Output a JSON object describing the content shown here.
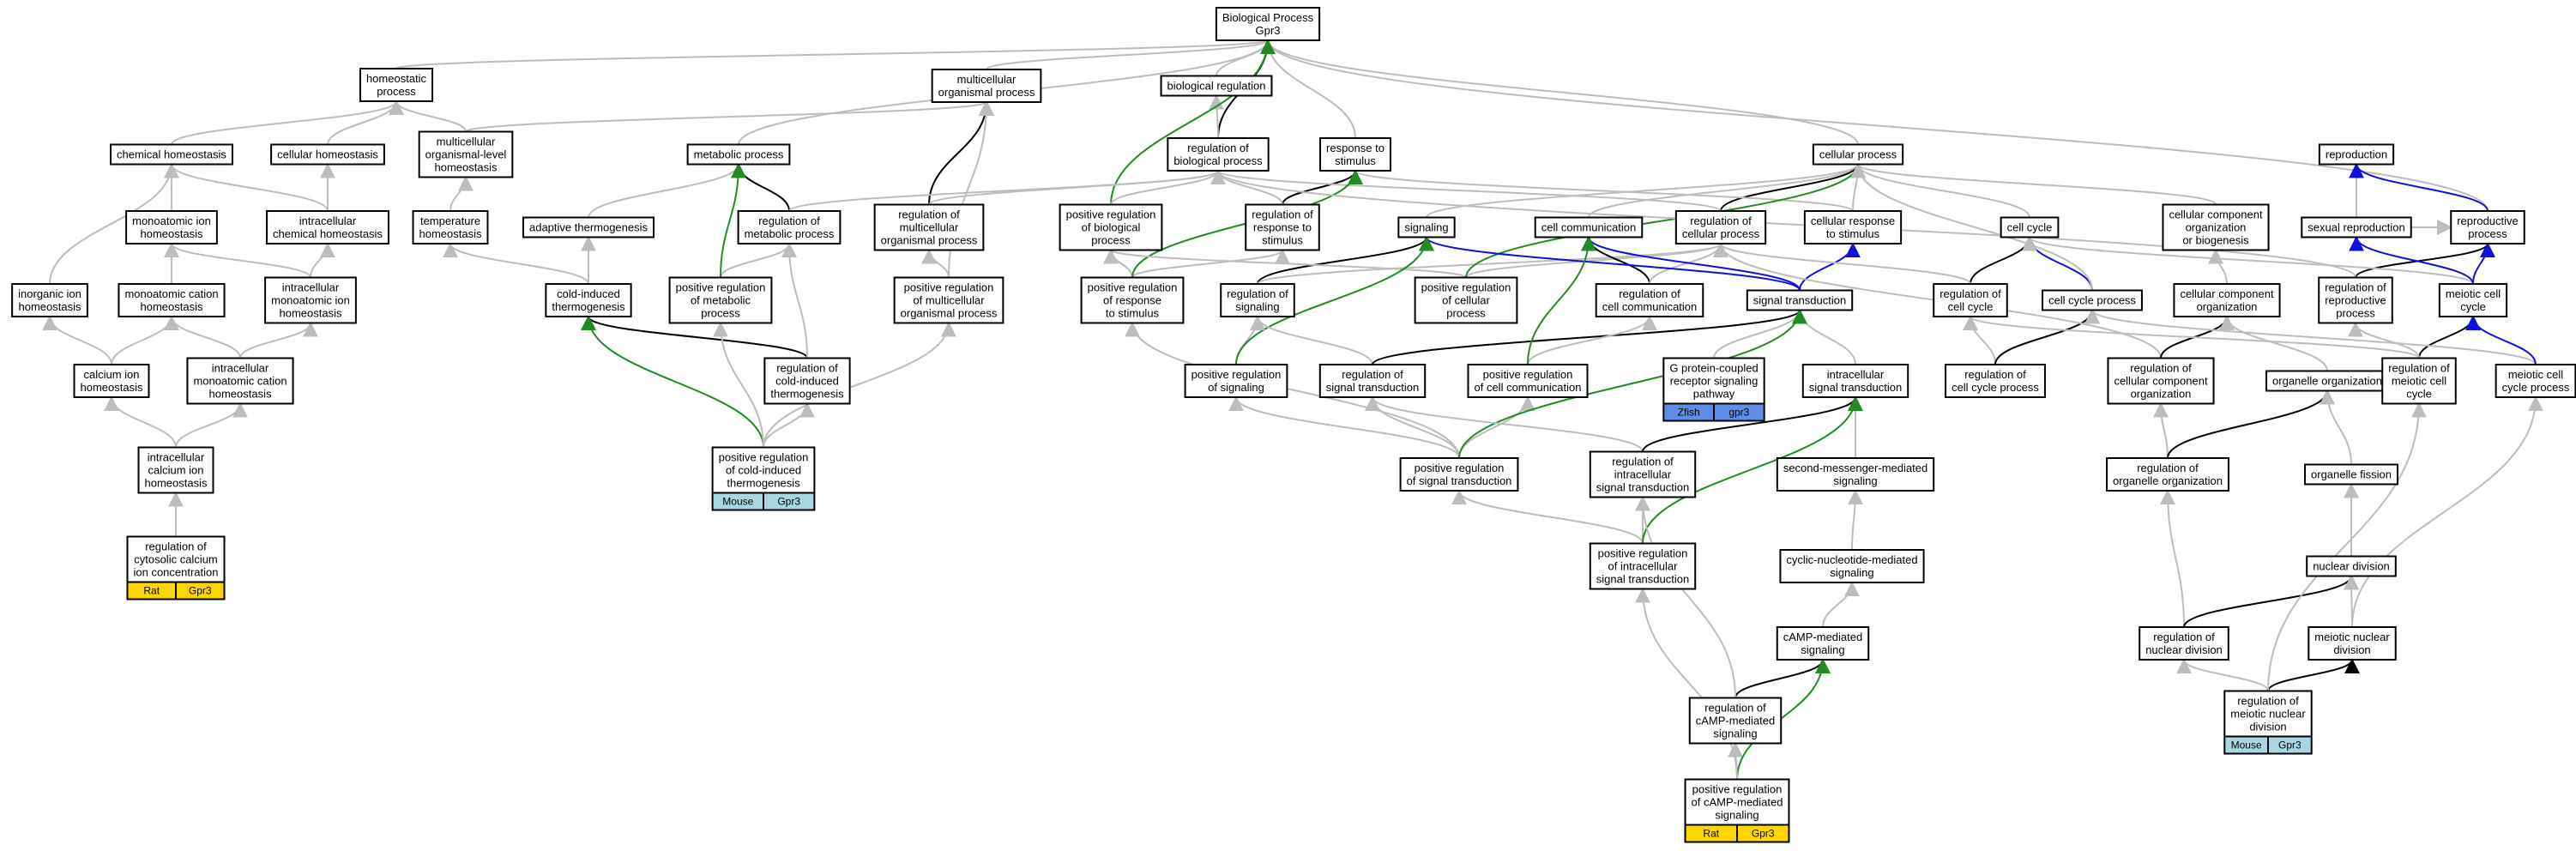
{
  "colors": {
    "grey": "#bdbdbd",
    "black": "#000000",
    "green": "#238b23",
    "blue": "#1010dd",
    "badge_mouse": "#a8d7e3",
    "badge_rat": "#ffd700",
    "badge_zfish": "#5e8ee8"
  },
  "nodes": [
    {
      "id": "bp",
      "lines": [
        "Biological Process",
        "Gpr3"
      ]
    },
    {
      "id": "homeo",
      "lines": [
        "homeostatic",
        "process"
      ]
    },
    {
      "id": "multi",
      "lines": [
        "multicellular",
        "organismal process"
      ]
    },
    {
      "id": "bioreg",
      "lines": [
        "biological regulation"
      ]
    },
    {
      "id": "chemhomeo",
      "lines": [
        "chemical homeostasis"
      ]
    },
    {
      "id": "cellhomeo",
      "lines": [
        "cellular homeostasis"
      ]
    },
    {
      "id": "mlhomeo",
      "lines": [
        "multicellular",
        "organismal-level",
        "homeostasis"
      ]
    },
    {
      "id": "metab",
      "lines": [
        "metabolic process"
      ]
    },
    {
      "id": "regbp",
      "lines": [
        "regulation of",
        "biological process"
      ]
    },
    {
      "id": "resp",
      "lines": [
        "response to",
        "stimulus"
      ]
    },
    {
      "id": "cellproc",
      "lines": [
        "cellular process"
      ]
    },
    {
      "id": "repro",
      "lines": [
        "reproduction"
      ]
    },
    {
      "id": "monohomeo",
      "lines": [
        "monoatomic ion",
        "homeostasis"
      ]
    },
    {
      "id": "icchem",
      "lines": [
        "intracellular",
        "chemical homeostasis"
      ]
    },
    {
      "id": "temphomeo",
      "lines": [
        "temperature",
        "homeostasis"
      ]
    },
    {
      "id": "adapt",
      "lines": [
        "adaptive thermogenesis"
      ]
    },
    {
      "id": "regmetab",
      "lines": [
        "regulation of",
        "metabolic process"
      ]
    },
    {
      "id": "regmulti",
      "lines": [
        "regulation of",
        "multicellular",
        "organismal process"
      ]
    },
    {
      "id": "posregbp",
      "lines": [
        "positive regulation",
        "of biological",
        "process"
      ]
    },
    {
      "id": "regresp",
      "lines": [
        "regulation of",
        "response to",
        "stimulus"
      ]
    },
    {
      "id": "signaling",
      "lines": [
        "signaling"
      ]
    },
    {
      "id": "cellcomm",
      "lines": [
        "cell communication"
      ]
    },
    {
      "id": "regcell",
      "lines": [
        "regulation of",
        "cellular process"
      ]
    },
    {
      "id": "cellresp",
      "lines": [
        "cellular response",
        "to stimulus"
      ]
    },
    {
      "id": "cellcycle",
      "lines": [
        "cell cycle"
      ]
    },
    {
      "id": "ccorg",
      "lines": [
        "cellular component",
        "organization",
        "or biogenesis"
      ]
    },
    {
      "id": "sexrepro",
      "lines": [
        "sexual reproduction"
      ]
    },
    {
      "id": "reproproc",
      "lines": [
        "reproductive",
        "process"
      ]
    },
    {
      "id": "inorg",
      "lines": [
        "inorganic ion",
        "homeostasis"
      ]
    },
    {
      "id": "monocat",
      "lines": [
        "monoatomic cation",
        "homeostasis"
      ]
    },
    {
      "id": "icmono",
      "lines": [
        "intracellular",
        "monoatomic ion",
        "homeostasis"
      ]
    },
    {
      "id": "coldtherm",
      "lines": [
        "cold-induced",
        "thermogenesis"
      ]
    },
    {
      "id": "posregmetab",
      "lines": [
        "positive regulation",
        "of metabolic",
        "process"
      ]
    },
    {
      "id": "posregmulti",
      "lines": [
        "positive regulation",
        "of multicellular",
        "organismal process"
      ]
    },
    {
      "id": "posregresp",
      "lines": [
        "positive regulation",
        "of response",
        "to stimulus"
      ]
    },
    {
      "id": "regsig",
      "lines": [
        "regulation of",
        "signaling"
      ]
    },
    {
      "id": "posregcell",
      "lines": [
        "positive regulation",
        "of cellular",
        "process"
      ]
    },
    {
      "id": "regcellcomm",
      "lines": [
        "regulation of",
        "cell communication"
      ]
    },
    {
      "id": "sigtrans",
      "lines": [
        "signal transduction"
      ]
    },
    {
      "id": "regcc",
      "lines": [
        "regulation of",
        "cell cycle"
      ]
    },
    {
      "id": "ccproc",
      "lines": [
        "cell cycle process"
      ]
    },
    {
      "id": "cco",
      "lines": [
        "cellular component",
        "organization"
      ]
    },
    {
      "id": "regrepro",
      "lines": [
        "regulation of",
        "reproductive",
        "process"
      ]
    },
    {
      "id": "meioticcc",
      "lines": [
        "meiotic cell",
        "cycle"
      ]
    },
    {
      "id": "cahomeo",
      "lines": [
        "calcium ion",
        "homeostasis"
      ]
    },
    {
      "id": "icmonocat",
      "lines": [
        "intracellular",
        "monoatomic cation",
        "homeostasis"
      ]
    },
    {
      "id": "regcold",
      "lines": [
        "regulation of",
        "cold-induced",
        "thermogenesis"
      ]
    },
    {
      "id": "posregsig",
      "lines": [
        "positive regulation",
        "of signaling"
      ]
    },
    {
      "id": "regst",
      "lines": [
        "regulation of",
        "signal transduction"
      ]
    },
    {
      "id": "posregcellcomm",
      "lines": [
        "positive regulation",
        "of cell communication"
      ]
    },
    {
      "id": "gpcr",
      "lines": [
        "G protein-coupled",
        "receptor signaling",
        "pathway"
      ],
      "badge": {
        "left": "Zfish",
        "right": "gpr3",
        "color": "#5e8ee8"
      }
    },
    {
      "id": "icst",
      "lines": [
        "intracellular",
        "signal transduction"
      ]
    },
    {
      "id": "regccproc",
      "lines": [
        "regulation of",
        "cell cycle process"
      ]
    },
    {
      "id": "regcco",
      "lines": [
        "regulation of",
        "cellular component",
        "organization"
      ]
    },
    {
      "id": "orgorg",
      "lines": [
        "organelle organization"
      ]
    },
    {
      "id": "regmcc",
      "lines": [
        "regulation of",
        "meiotic cell",
        "cycle"
      ]
    },
    {
      "id": "mccproc",
      "lines": [
        "meiotic cell",
        "cycle process"
      ]
    },
    {
      "id": "iccahomeo",
      "lines": [
        "intracellular",
        "calcium ion",
        "homeostasis"
      ]
    },
    {
      "id": "posregcold",
      "lines": [
        "positive regulation",
        "of cold-induced",
        "thermogenesis"
      ],
      "badge": {
        "left": "Mouse",
        "right": "Gpr3",
        "color": "#a8d7e3"
      }
    },
    {
      "id": "posregst",
      "lines": [
        "positive regulation",
        "of signal transduction"
      ]
    },
    {
      "id": "regicst",
      "lines": [
        "regulation of",
        "intracellular",
        "signal transduction"
      ]
    },
    {
      "id": "secmsg",
      "lines": [
        "second-messenger-mediated",
        "signaling"
      ]
    },
    {
      "id": "regorgorg",
      "lines": [
        "regulation of",
        "organelle organization"
      ]
    },
    {
      "id": "orgfiss",
      "lines": [
        "organelle fission"
      ]
    },
    {
      "id": "regcytoca",
      "lines": [
        "regulation of",
        "cytosolic calcium",
        "ion concentration"
      ],
      "badge": {
        "left": "Rat",
        "right": "Gpr3",
        "color": "#ffd700"
      }
    },
    {
      "id": "posregicst",
      "lines": [
        "positive regulation",
        "of intracellular",
        "signal transduction"
      ]
    },
    {
      "id": "cnuc",
      "lines": [
        "cyclic-nucleotide-mediated",
        "signaling"
      ]
    },
    {
      "id": "nucdiv",
      "lines": [
        "nuclear division"
      ]
    },
    {
      "id": "camp",
      "lines": [
        "cAMP-mediated",
        "signaling"
      ]
    },
    {
      "id": "regnucdiv",
      "lines": [
        "regulation of",
        "nuclear division"
      ]
    },
    {
      "id": "meionuc",
      "lines": [
        "meiotic nuclear",
        "division"
      ]
    },
    {
      "id": "regcamp",
      "lines": [
        "regulation of",
        "cAMP-mediated",
        "signaling"
      ]
    },
    {
      "id": "regmeionuc",
      "lines": [
        "regulation of",
        "meiotic nuclear",
        "division"
      ],
      "badge": {
        "left": "Mouse",
        "right": "Gpr3",
        "color": "#a8d7e3"
      }
    },
    {
      "id": "posregcamp",
      "lines": [
        "positive regulation",
        "of cAMP-mediated",
        "signaling"
      ],
      "badge": {
        "left": "Rat",
        "right": "Gpr3",
        "color": "#ffd700"
      }
    }
  ],
  "edges": [
    [
      "homeo",
      "bp",
      "g"
    ],
    [
      "multi",
      "bp",
      "g"
    ],
    [
      "bioreg",
      "bp",
      "g"
    ],
    [
      "regbp",
      "bp",
      "k"
    ],
    [
      "resp",
      "bp",
      "g"
    ],
    [
      "cellproc",
      "bp",
      "g"
    ],
    [
      "reproproc",
      "bp",
      "g"
    ],
    [
      "metab",
      "bp",
      "g"
    ],
    [
      "chemhomeo",
      "homeo",
      "g"
    ],
    [
      "cellhomeo",
      "homeo",
      "g"
    ],
    [
      "mlhomeo",
      "homeo",
      "g"
    ],
    [
      "mlhomeo",
      "multi",
      "g"
    ],
    [
      "regbp",
      "bioreg",
      "g"
    ],
    [
      "regmulti",
      "multi",
      "k"
    ],
    [
      "posregmulti",
      "multi",
      "g"
    ],
    [
      "posregbp",
      "bp",
      "gr"
    ],
    [
      "monohomeo",
      "chemhomeo",
      "g"
    ],
    [
      "icchem",
      "chemhomeo",
      "g"
    ],
    [
      "icchem",
      "cellhomeo",
      "g"
    ],
    [
      "temphomeo",
      "mlhomeo",
      "g"
    ],
    [
      "adapt",
      "metab",
      "g"
    ],
    [
      "regmetab",
      "metab",
      "k"
    ],
    [
      "regmetab",
      "regbp",
      "g"
    ],
    [
      "regmulti",
      "regbp",
      "g"
    ],
    [
      "posregbp",
      "regbp",
      "g"
    ],
    [
      "regresp",
      "resp",
      "k"
    ],
    [
      "regresp",
      "regbp",
      "g"
    ],
    [
      "signaling",
      "cellproc",
      "g"
    ],
    [
      "cellcomm",
      "cellproc",
      "g"
    ],
    [
      "regcell",
      "cellproc",
      "k"
    ],
    [
      "regcell",
      "regbp",
      "g"
    ],
    [
      "cellresp",
      "cellproc",
      "g"
    ],
    [
      "cellresp",
      "resp",
      "g"
    ],
    [
      "cellcycle",
      "cellproc",
      "g"
    ],
    [
      "ccorg",
      "cellproc",
      "g"
    ],
    [
      "sexrepro",
      "repro",
      "g"
    ],
    [
      "reproproc",
      "repro",
      "b"
    ],
    [
      "sexrepro",
      "reproproc",
      "g"
    ],
    [
      "inorg",
      "chemhomeo",
      "g"
    ],
    [
      "monocat",
      "monohomeo",
      "g"
    ],
    [
      "icmono",
      "monohomeo",
      "g"
    ],
    [
      "icmono",
      "icchem",
      "g"
    ],
    [
      "coldtherm",
      "temphomeo",
      "g"
    ],
    [
      "coldtherm",
      "adapt",
      "g"
    ],
    [
      "posregmetab",
      "regmetab",
      "g"
    ],
    [
      "posregmetab",
      "metab",
      "gr"
    ],
    [
      "posregmulti",
      "regmulti",
      "g"
    ],
    [
      "posregresp",
      "regresp",
      "g"
    ],
    [
      "posregresp",
      "posregbp",
      "g"
    ],
    [
      "posregresp",
      "resp",
      "gr"
    ],
    [
      "regsig",
      "signaling",
      "k"
    ],
    [
      "regsig",
      "regcell",
      "g"
    ],
    [
      "posregcell",
      "regcell",
      "g"
    ],
    [
      "posregcell",
      "posregbp",
      "g"
    ],
    [
      "posregcell",
      "cellproc",
      "gr"
    ],
    [
      "regcellcomm",
      "cellcomm",
      "k"
    ],
    [
      "regcellcomm",
      "regcell",
      "g"
    ],
    [
      "sigtrans",
      "signaling",
      "b"
    ],
    [
      "sigtrans",
      "cellcomm",
      "b"
    ],
    [
      "sigtrans",
      "cellresp",
      "b"
    ],
    [
      "regcc",
      "cellcycle",
      "k"
    ],
    [
      "regcc",
      "regcell",
      "g"
    ],
    [
      "ccproc",
      "cellcycle",
      "b"
    ],
    [
      "ccproc",
      "cellproc",
      "g"
    ],
    [
      "cco",
      "ccorg",
      "g"
    ],
    [
      "regrepro",
      "reproproc",
      "k"
    ],
    [
      "regrepro",
      "regbp",
      "g"
    ],
    [
      "meioticcc",
      "cellcycle",
      "g"
    ],
    [
      "meioticcc",
      "reproproc",
      "b"
    ],
    [
      "meioticcc",
      "sexrepro",
      "b"
    ],
    [
      "cahomeo",
      "inorg",
      "g"
    ],
    [
      "cahomeo",
      "monocat",
      "g"
    ],
    [
      "icmonocat",
      "monocat",
      "g"
    ],
    [
      "icmonocat",
      "icmono",
      "g"
    ],
    [
      "regcold",
      "coldtherm",
      "k"
    ],
    [
      "regcold",
      "regmetab",
      "g"
    ],
    [
      "posregsig",
      "regsig",
      "g"
    ],
    [
      "posregsig",
      "signaling",
      "gr"
    ],
    [
      "regst",
      "regsig",
      "g"
    ],
    [
      "regst",
      "sigtrans",
      "k"
    ],
    [
      "posregcellcomm",
      "regcellcomm",
      "g"
    ],
    [
      "posregcellcomm",
      "cellcomm",
      "gr"
    ],
    [
      "gpcr",
      "sigtrans",
      "g"
    ],
    [
      "icst",
      "sigtrans",
      "g"
    ],
    [
      "regccproc",
      "regcc",
      "g"
    ],
    [
      "regccproc",
      "ccproc",
      "k"
    ],
    [
      "regcco",
      "regcell",
      "g"
    ],
    [
      "regcco",
      "cco",
      "k"
    ],
    [
      "orgorg",
      "cco",
      "g"
    ],
    [
      "regmcc",
      "regcc",
      "g"
    ],
    [
      "regmcc",
      "meioticcc",
      "k"
    ],
    [
      "regmcc",
      "regrepro",
      "g"
    ],
    [
      "mccproc",
      "ccproc",
      "g"
    ],
    [
      "mccproc",
      "meioticcc",
      "b"
    ],
    [
      "iccahomeo",
      "cahomeo",
      "g"
    ],
    [
      "iccahomeo",
      "icmonocat",
      "g"
    ],
    [
      "posregcold",
      "regcold",
      "g"
    ],
    [
      "posregcold",
      "coldtherm",
      "gr"
    ],
    [
      "posregcold",
      "posregmetab",
      "g"
    ],
    [
      "posregcold",
      "posregmulti",
      "g"
    ],
    [
      "posregst",
      "posregsig",
      "g"
    ],
    [
      "posregst",
      "regst",
      "g"
    ],
    [
      "posregst",
      "posregresp",
      "g"
    ],
    [
      "posregst",
      "posregcellcomm",
      "g"
    ],
    [
      "posregst",
      "sigtrans",
      "gr"
    ],
    [
      "regicst",
      "regst",
      "g"
    ],
    [
      "regicst",
      "icst",
      "k"
    ],
    [
      "secmsg",
      "icst",
      "g"
    ],
    [
      "regorgorg",
      "regcco",
      "g"
    ],
    [
      "regorgorg",
      "orgorg",
      "k"
    ],
    [
      "orgfiss",
      "orgorg",
      "g"
    ],
    [
      "regcytoca",
      "iccahomeo",
      "g"
    ],
    [
      "posregicst",
      "regicst",
      "g"
    ],
    [
      "posregicst",
      "posregst",
      "g"
    ],
    [
      "posregicst",
      "icst",
      "gr"
    ],
    [
      "cnuc",
      "secmsg",
      "g"
    ],
    [
      "nucdiv",
      "orgfiss",
      "g"
    ],
    [
      "camp",
      "cnuc",
      "g"
    ],
    [
      "regnucdiv",
      "regorgorg",
      "g"
    ],
    [
      "regnucdiv",
      "nucdiv",
      "k"
    ],
    [
      "meionuc",
      "nucdiv",
      "g"
    ],
    [
      "meionuc",
      "mccproc",
      "g"
    ],
    [
      "regcamp",
      "camp",
      "k"
    ],
    [
      "regcamp",
      "regicst",
      "g"
    ],
    [
      "regmeionuc",
      "regnucdiv",
      "g"
    ],
    [
      "regmeionuc",
      "meionuc",
      "k"
    ],
    [
      "regmeionuc",
      "regmcc",
      "g"
    ],
    [
      "posregcamp",
      "regcamp",
      "g"
    ],
    [
      "posregcamp",
      "camp",
      "gr"
    ],
    [
      "posregcamp",
      "posregicst",
      "g"
    ]
  ]
}
